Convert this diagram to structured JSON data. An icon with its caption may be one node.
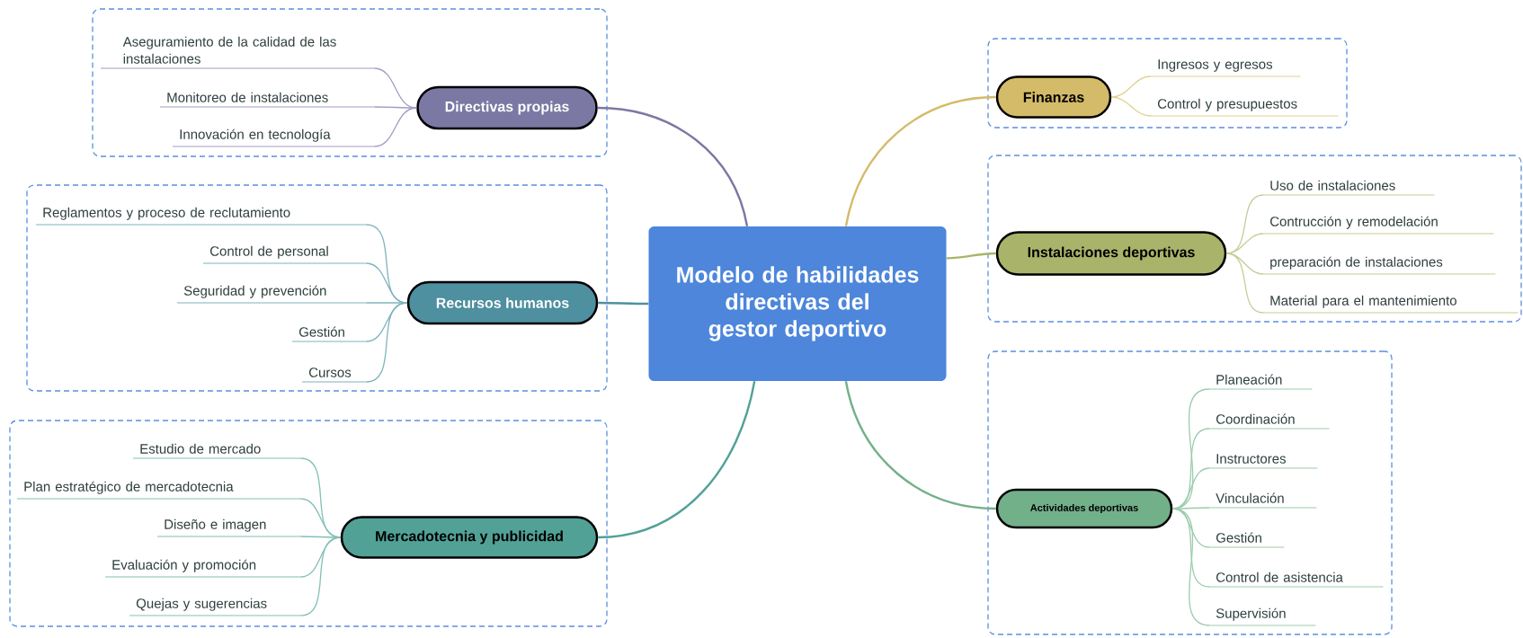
{
  "diagram": {
    "nodes": [
      {
        "text": [
          "Modelo de habilidades directivas del gestor deportivo"
        ]
      },
      {
        "text": [],
        "shape": "box"
      },
      {
        "text": [
          "Directivas propias"
        ],
        "in": 1
      },
      {
        "text": [
          "Aseguramiento de la calidad de las instalaciones"
        ],
        "in": 1
      },
      {
        "text": [
          "Monitoreo de instalaciones"
        ],
        "in": 1
      },
      {
        "text": [
          "Innovación en tecnología"
        ],
        "in": 1
      },
      {
        "text": [],
        "shape": "box"
      },
      {
        "text": [
          "Recursos humanos"
        ],
        "in": 6
      },
      {
        "text": [
          "Reglamentos y proceso de reclutamiento"
        ],
        "in": 6
      },
      {
        "text": [
          "Control de personal"
        ],
        "in": 6
      },
      {
        "text": [
          "Seguridad y prevención"
        ],
        "in": 6
      },
      {
        "text": [
          "Gestión"
        ],
        "in": 6
      },
      {
        "text": [
          "Cursos"
        ],
        "in": 6
      },
      {
        "text": [],
        "shape": "box"
      },
      {
        "text": [
          "Mercadotecnia y publicidad"
        ],
        "in": 13
      },
      {
        "text": [
          "Estudio de mercado"
        ],
        "in": 13
      },
      {
        "text": [
          "Plan estratégico de mercadotecnia"
        ],
        "in": 13
      },
      {
        "text": [
          "Diseño e imagen"
        ],
        "in": 13
      },
      {
        "text": [
          "Evaluación y promoción"
        ],
        "in": 13
      },
      {
        "text": [
          "Quejas y sugerencias"
        ],
        "in": 13
      },
      {
        "text": [],
        "shape": "box"
      },
      {
        "text": [
          "Finanzas"
        ],
        "in": 20
      },
      {
        "text": [
          "Ingresos y egresos"
        ],
        "in": 20
      },
      {
        "text": [
          "Control y presupuestos"
        ],
        "in": 20
      },
      {
        "text": [],
        "shape": "box"
      },
      {
        "text": [
          "Instalaciones deportivas"
        ],
        "in": 24
      },
      {
        "text": [
          "Uso de instalaciones"
        ],
        "in": 24
      },
      {
        "text": [
          "Contrucción y remodelación"
        ],
        "in": 24
      },
      {
        "text": [
          "preparación de instalaciones"
        ],
        "in": 24
      },
      {
        "text": [
          "Material para el mantenimiento"
        ],
        "in": 24
      },
      {
        "text": [],
        "shape": "box"
      },
      {
        "text": [
          "Actividades deportivas"
        ],
        "in": 30
      },
      {
        "text": [
          "Planeación"
        ],
        "in": 30
      },
      {
        "text": [
          "Coordinación"
        ],
        "in": 30
      },
      {
        "text": [
          "Instructores"
        ],
        "in": 30
      },
      {
        "text": [
          "Vinculación"
        ],
        "in": 30
      },
      {
        "text": [
          "Gestión"
        ],
        "in": 30
      },
      {
        "text": [
          "Control de asistencia"
        ],
        "in": 30
      },
      {
        "text": [
          "Supervisión"
        ],
        "in": 30
      }
    ],
    "edges": [
      {
        "from": 0,
        "to": 2,
        "arrow": "none",
        "color": "#7b78a3"
      },
      {
        "from": 0,
        "to": 7,
        "arrow": "none",
        "color": "#4e8fa0"
      },
      {
        "from": 0,
        "to": 14,
        "arrow": "none",
        "color": "#52a196"
      },
      {
        "from": 0,
        "to": 21,
        "arrow": "none",
        "color": "#d4bb69"
      },
      {
        "from": 0,
        "to": 25,
        "arrow": "none",
        "color": "#a9b46a"
      },
      {
        "from": 0,
        "to": 31,
        "arrow": "none",
        "color": "#72b08a"
      },
      {
        "from": 2,
        "to": 3,
        "arrow": "none",
        "color": "#a09dc2"
      },
      {
        "from": 2,
        "to": 4,
        "arrow": "none",
        "color": "#a09dc2"
      },
      {
        "from": 2,
        "to": 5,
        "arrow": "none",
        "color": "#a09dc2"
      },
      {
        "from": 7,
        "to": 8,
        "arrow": "none",
        "color": "#7fb3bd"
      },
      {
        "from": 7,
        "to": 9,
        "arrow": "none",
        "color": "#7fb3bd"
      },
      {
        "from": 7,
        "to": 10,
        "arrow": "none",
        "color": "#7fb3bd"
      },
      {
        "from": 7,
        "to": 11,
        "arrow": "none",
        "color": "#7fb3bd"
      },
      {
        "from": 7,
        "to": 12,
        "arrow": "none",
        "color": "#7fb3bd"
      },
      {
        "from": 14,
        "to": 15,
        "arrow": "none",
        "color": "#82c0b6"
      },
      {
        "from": 14,
        "to": 16,
        "arrow": "none",
        "color": "#82c0b6"
      },
      {
        "from": 14,
        "to": 17,
        "arrow": "none",
        "color": "#82c0b6"
      },
      {
        "from": 14,
        "to": 18,
        "arrow": "none",
        "color": "#82c0b6"
      },
      {
        "from": 14,
        "to": 19,
        "arrow": "none",
        "color": "#82c0b6"
      },
      {
        "from": 21,
        "to": 22,
        "arrow": "none",
        "color": "#e2d08f"
      },
      {
        "from": 21,
        "to": 23,
        "arrow": "none",
        "color": "#e2d08f"
      },
      {
        "from": 25,
        "to": 26,
        "arrow": "none",
        "color": "#c6cd96"
      },
      {
        "from": 25,
        "to": 27,
        "arrow": "none",
        "color": "#c6cd96"
      },
      {
        "from": 25,
        "to": 28,
        "arrow": "none",
        "color": "#c6cd96"
      },
      {
        "from": 25,
        "to": 29,
        "arrow": "none",
        "color": "#c6cd96"
      },
      {
        "from": 31,
        "to": 32,
        "arrow": "none",
        "color": "#9ccbac"
      },
      {
        "from": 31,
        "to": 33,
        "arrow": "none",
        "color": "#9ccbac"
      },
      {
        "from": 31,
        "to": 34,
        "arrow": "none",
        "color": "#9ccbac"
      },
      {
        "from": 31,
        "to": 35,
        "arrow": "none",
        "color": "#9ccbac"
      },
      {
        "from": 31,
        "to": 36,
        "arrow": "none",
        "color": "#9ccbac"
      },
      {
        "from": 31,
        "to": 37,
        "arrow": "none",
        "color": "#9ccbac"
      },
      {
        "from": 31,
        "to": 38,
        "arrow": "none",
        "color": "#9ccbac"
      }
    ]
  }
}
